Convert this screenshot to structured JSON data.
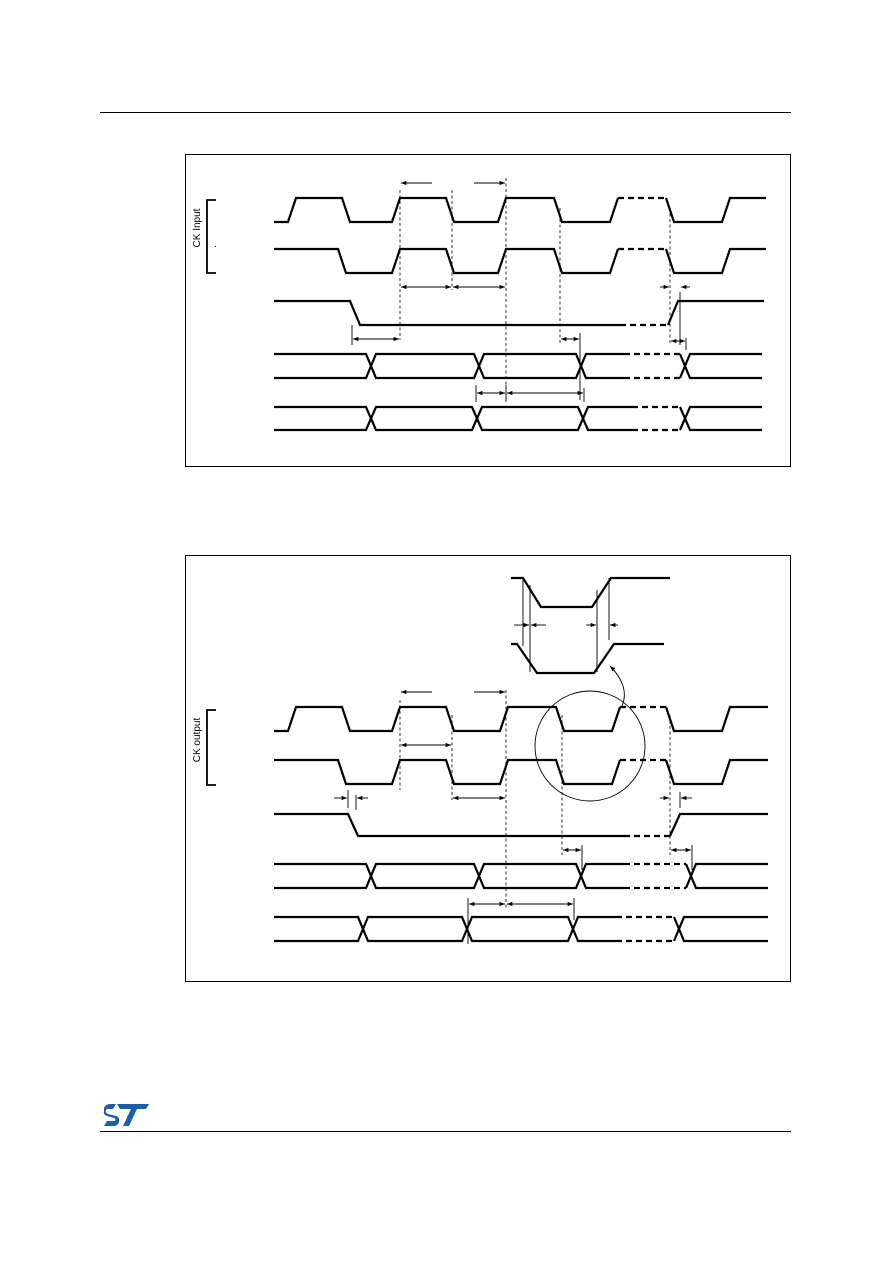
{
  "figure_1": {
    "bracket_label": "CK Input"
  },
  "figure_2": {
    "bracket_label": "CK output"
  },
  "footer": {
    "logo": "st-logo",
    "logo_color": "#1b5fa8"
  }
}
